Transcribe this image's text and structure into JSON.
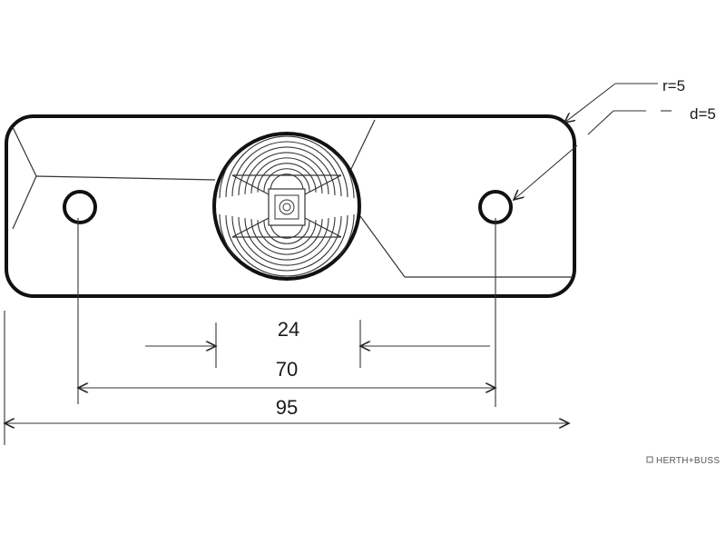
{
  "dimensions": {
    "lens_width": "24",
    "hole_spacing": "70",
    "overall_length": "95"
  },
  "callouts": {
    "corner_radius": "r=5",
    "hole_diameter": "d=5"
  },
  "brand": {
    "text": "HERTH+BUSS"
  }
}
